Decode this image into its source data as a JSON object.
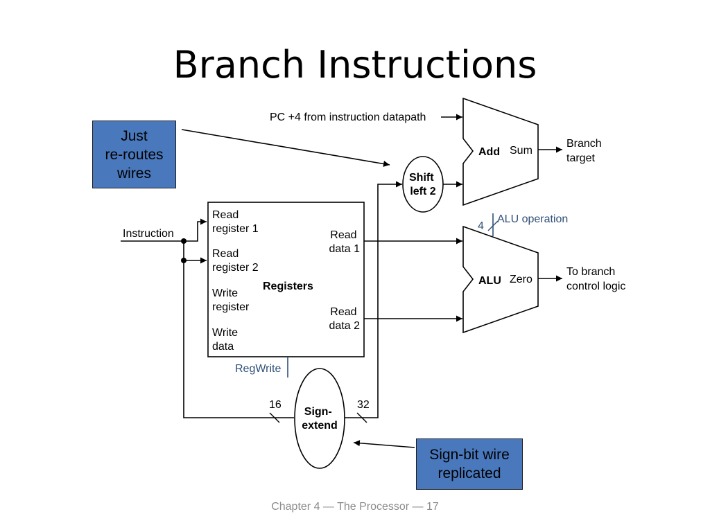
{
  "slide": {
    "title": "Branch Instructions",
    "footer": "Chapter 4 — The Processor — 17"
  },
  "callouts": {
    "wires": [
      "Just",
      "re-routes",
      "wires"
    ],
    "signbit": [
      "Sign-bit wire",
      "replicated"
    ]
  },
  "diagram": {
    "pc_input": "PC +4 from instruction datapath",
    "adder": {
      "name": "Add",
      "output": "Sum"
    },
    "branch_target": [
      "Branch",
      "target"
    ],
    "shift": [
      "Shift",
      "left 2"
    ],
    "alu": {
      "name": "ALU",
      "output": "Zero",
      "control": "ALU operation",
      "control_width": "4"
    },
    "to_branch": [
      "To branch",
      "control logic"
    ],
    "instruction": "Instruction",
    "registers": {
      "name": "Registers",
      "read_reg1": [
        "Read",
        "register 1"
      ],
      "read_reg2": [
        "Read",
        "register 2"
      ],
      "write_reg": [
        "Write",
        "register"
      ],
      "write_data": [
        "Write",
        "data"
      ],
      "read_data1": [
        "Read",
        "data 1"
      ],
      "read_data2": [
        "Read",
        "data 2"
      ],
      "control": "RegWrite"
    },
    "sign_extend": [
      "Sign-",
      "extend"
    ],
    "width_in": "16",
    "width_out": "32"
  }
}
